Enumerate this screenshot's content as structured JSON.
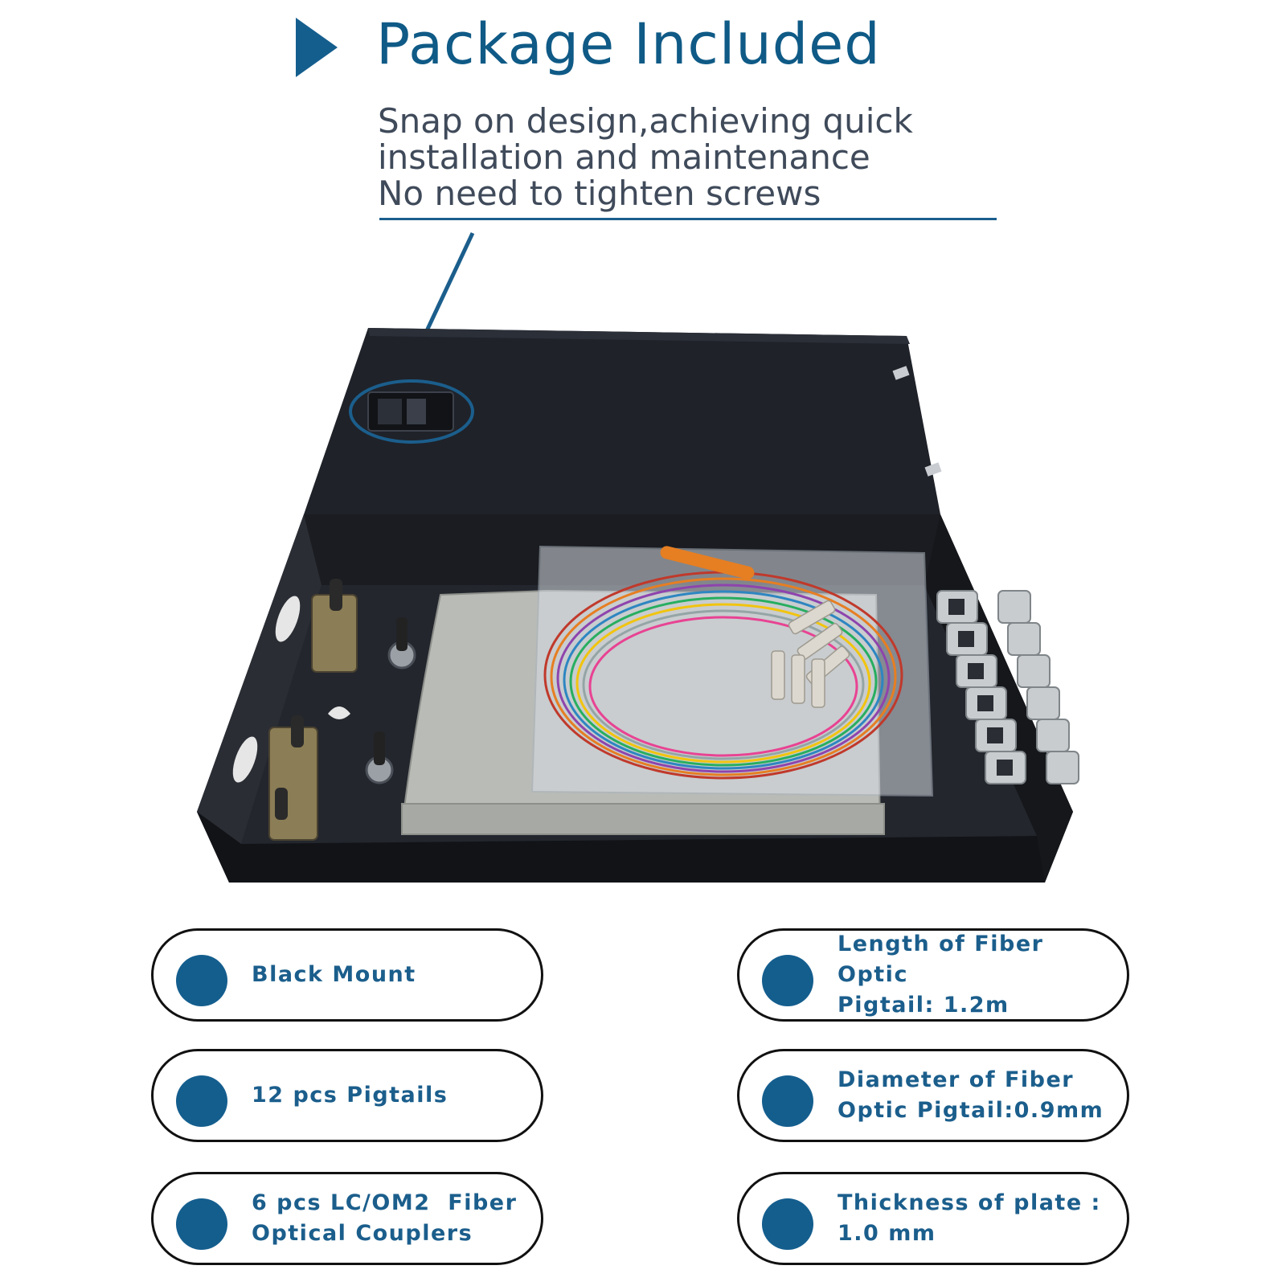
{
  "header": {
    "title": "Package Included",
    "subtitle_lines": [
      "Snap on design,achieving quick",
      "installation and maintenance",
      "No need to tighten screws"
    ]
  },
  "features": [
    {
      "line1": "Black Mount",
      "line2": ""
    },
    {
      "line1": "Length of Fiber Optic",
      "line2": "Pigtail: 1.2m"
    },
    {
      "line1": "12 pcs Pigtails",
      "line2": ""
    },
    {
      "line1": "Diameter of Fiber",
      "line2": "Optic Pigtail:0.9mm"
    },
    {
      "line1": "6 pcs LC/OM2  Fiber",
      "line2": "Optical Couplers"
    },
    {
      "line1": "Thickness of plate :",
      "line2": "1.0 mm"
    }
  ],
  "colors": {
    "accent": "#145e8e",
    "title": "#0f5a86",
    "subtitle": "#3f4a5a",
    "box": "#1e2128"
  },
  "icons": {
    "header_marker": "triangle-right-icon",
    "bullet": "circle-dot-icon",
    "callout": "arrow-icon"
  }
}
